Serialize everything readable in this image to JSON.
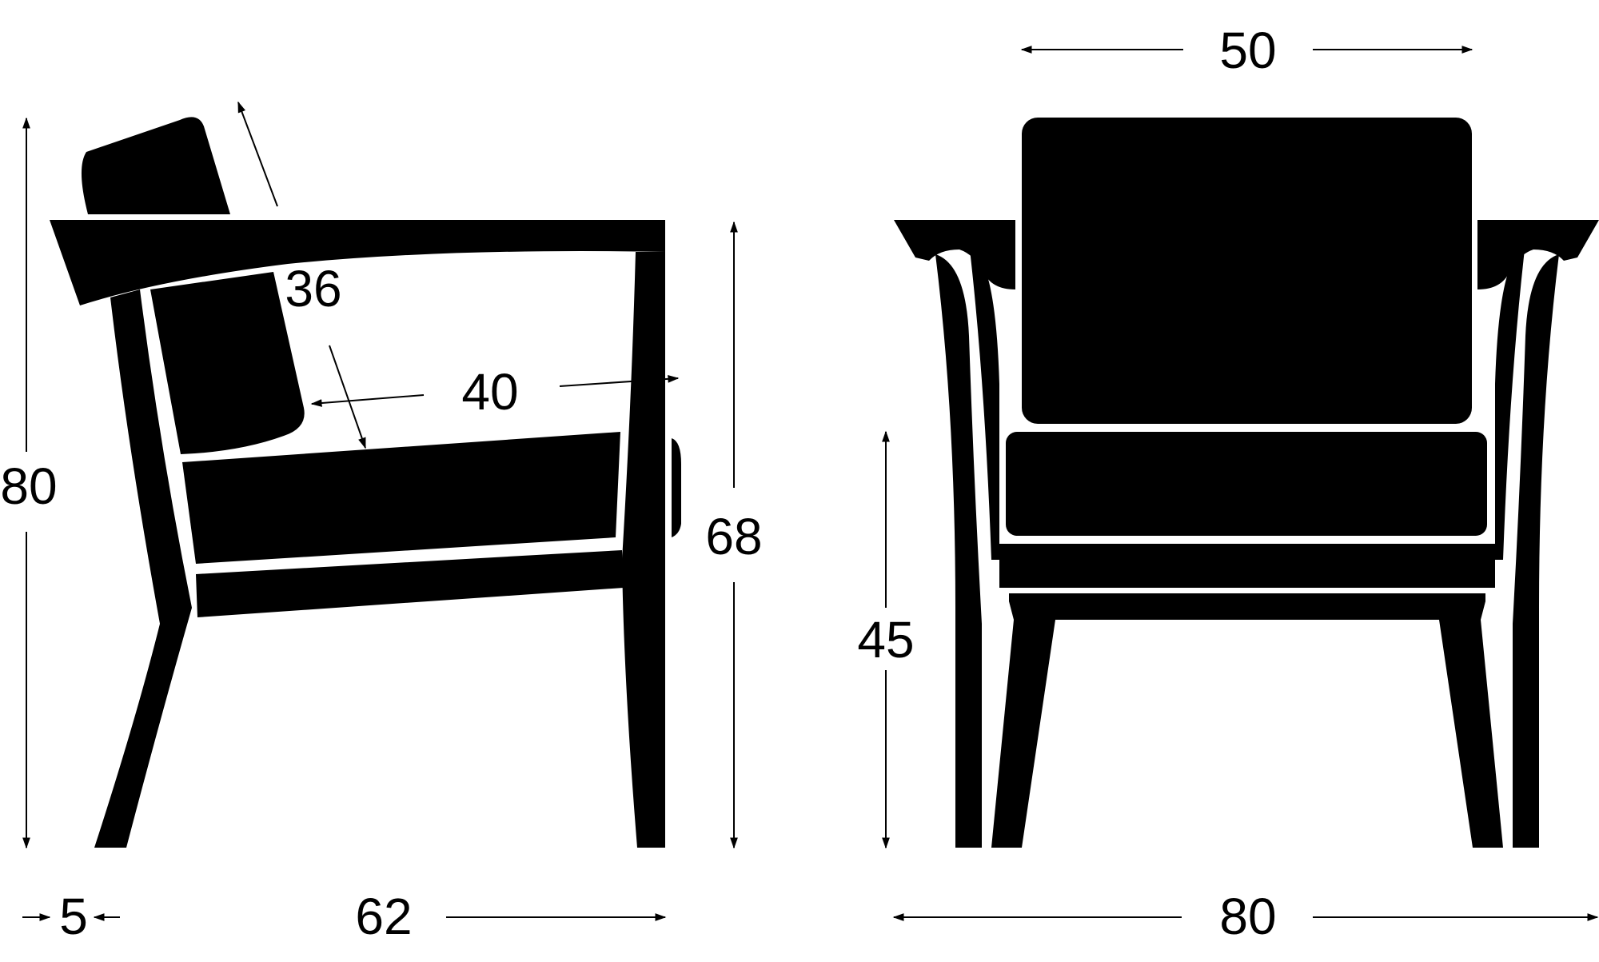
{
  "colors": {
    "ink": "#000000",
    "paper": "#ffffff"
  },
  "side_view": {
    "overall_height": "80",
    "seat_depth": "40",
    "backrest_length": "36",
    "arm_height": "68",
    "back_offset": "5",
    "overall_depth": "62"
  },
  "front_view": {
    "backrest_width": "50",
    "seat_height": "45",
    "overall_width": "80"
  }
}
